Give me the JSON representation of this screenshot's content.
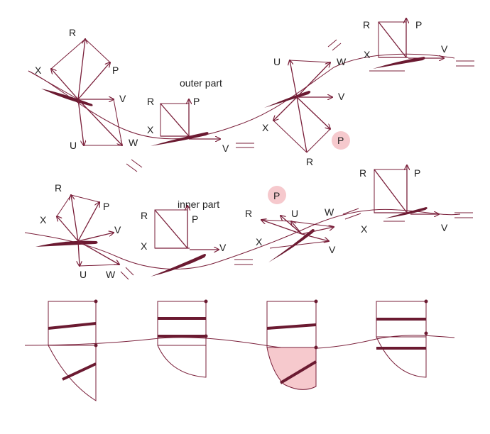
{
  "captions": {
    "outer": "outer part",
    "inner": "inner part"
  },
  "labels": {
    "R": "R",
    "P": "P",
    "X": "X",
    "V": "V",
    "U": "U",
    "W": "W"
  },
  "colors": {
    "line": "#7a1f3a",
    "highlight": "#f6c9cd",
    "text": "#222222"
  }
}
